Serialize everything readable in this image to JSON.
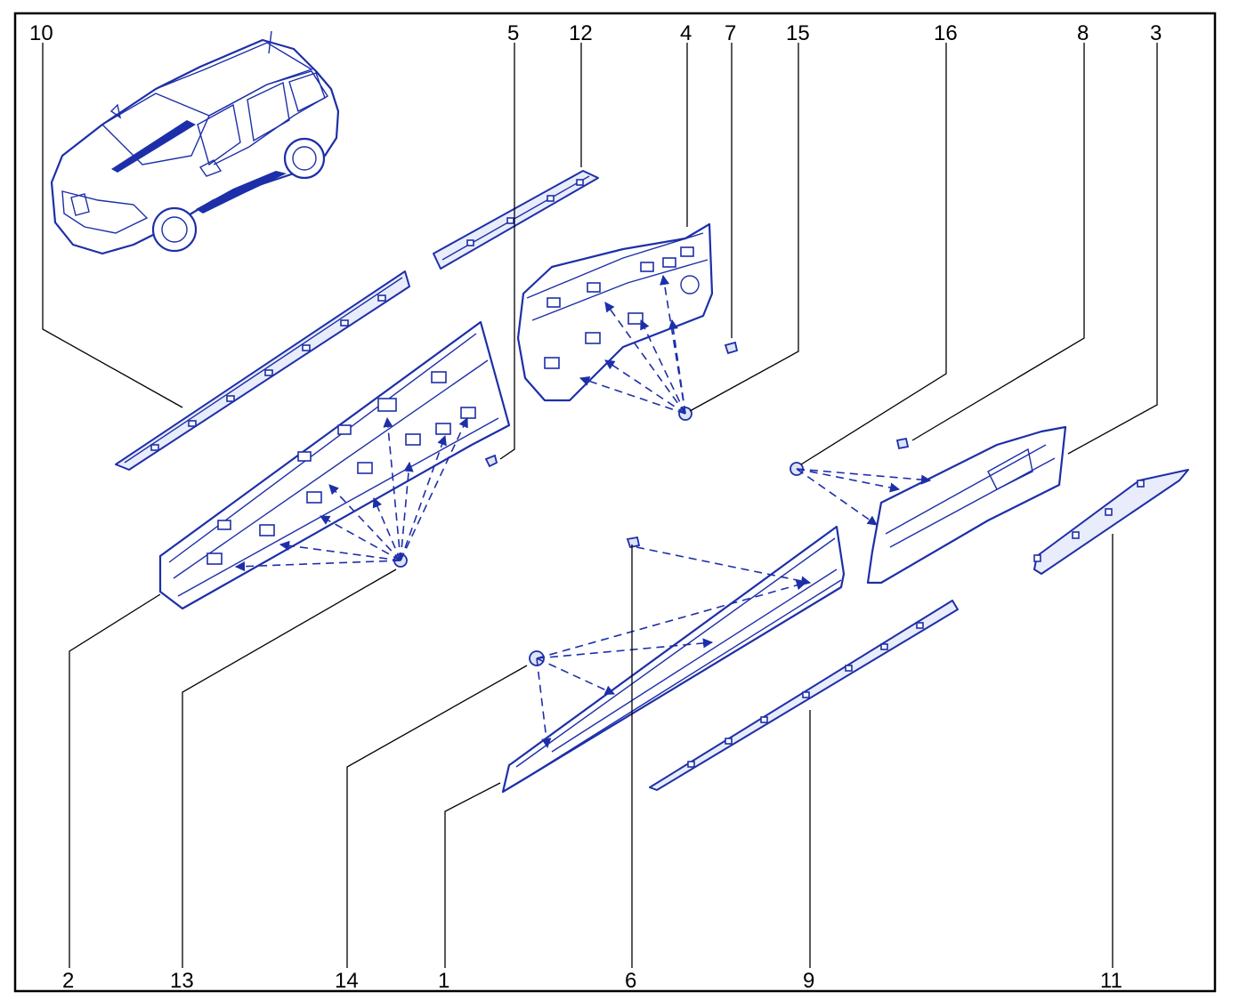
{
  "callouts": {
    "c10": "10",
    "c5": "5",
    "c12": "12",
    "c4": "4",
    "c7": "7",
    "c15": "15",
    "c16": "16",
    "c8": "8",
    "c3": "3",
    "c2": "2",
    "c13": "13",
    "c14": "14",
    "c1": "1",
    "c6": "6",
    "c9": "9",
    "c11": "11"
  },
  "colors": {
    "line": "#1d2fa8",
    "frame": "#000000"
  }
}
